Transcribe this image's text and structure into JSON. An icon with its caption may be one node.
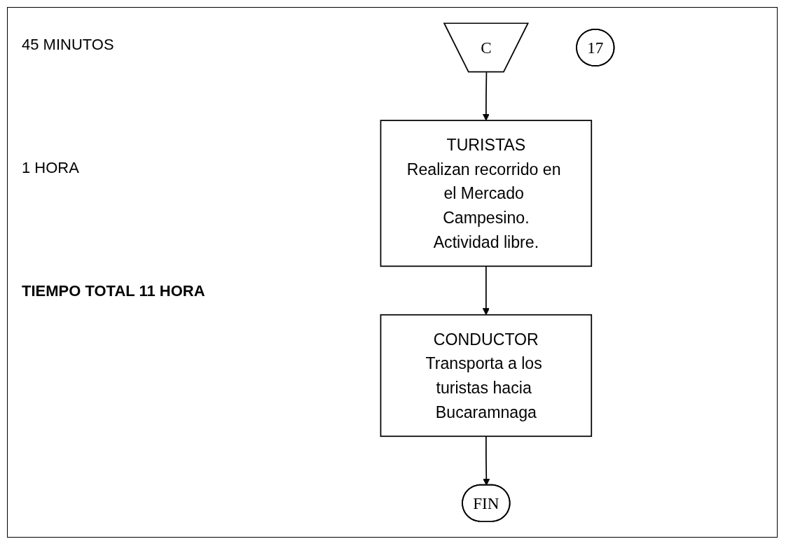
{
  "diagram": {
    "nodes": [
      {
        "text": [
          "C"
        ]
      },
      {
        "text": [
          "TURISTAS",
          "Realizan recorrido en el Mercado Campesino.",
          "Actividad libre."
        ]
      },
      {
        "text": [
          "17"
        ]
      },
      {
        "text": [
          "CONDUCTOR",
          "Transporta a los turistas hacia Bucaramnaga"
        ]
      },
      {
        "text": [
          "FIN"
        ]
      }
    ],
    "edges": [
      {
        "from": 0,
        "to": 1,
        "arrow": "to"
      },
      {
        "from": 1,
        "to": 3,
        "arrow": "to"
      },
      {
        "from": 3,
        "to": 4,
        "arrow": "to"
      }
    ],
    "labels": [
      "45 MINUTOS",
      "1 HORA",
      "TIEMPO TOTAL 11 HORA"
    ]
  }
}
